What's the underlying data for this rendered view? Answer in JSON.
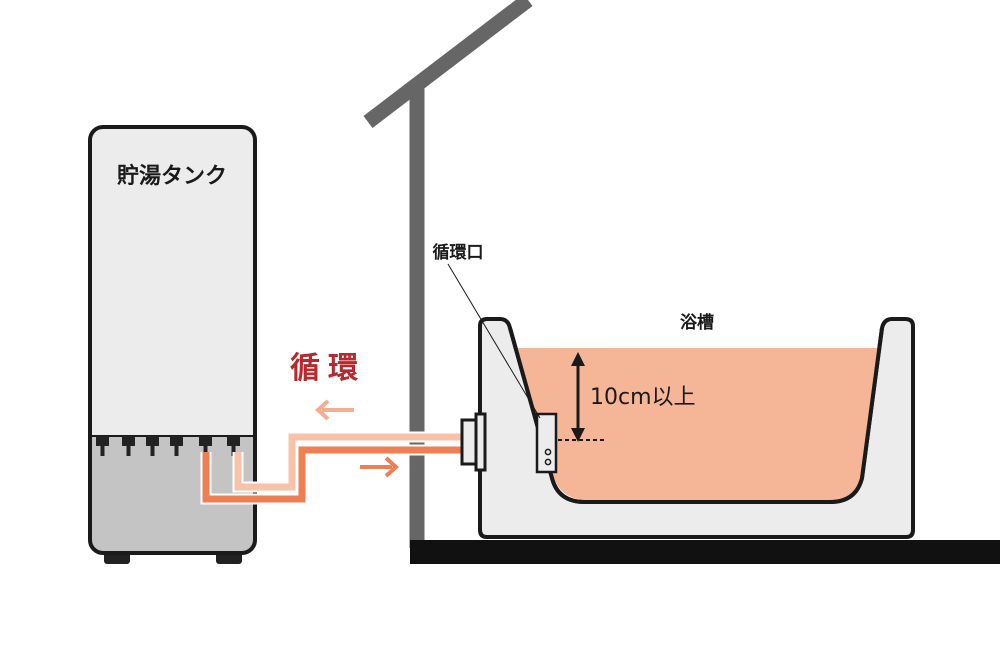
{
  "labels": {
    "tank": "貯湯タンク",
    "circulation": "循環",
    "outlet": "循環口",
    "bathtub": "浴槽",
    "measurement": "10cm以上"
  },
  "colors": {
    "outline": "#1a1a1a",
    "tank_body": "#ececec",
    "tank_base": "#c4c4c4",
    "wall": "#666666",
    "floor": "#111111",
    "tub": "#ececec",
    "water": "#f5b597",
    "pipe_light": "#f7c2a8",
    "pipe_dark": "#ee7f55",
    "pipe_border": "#ffffff",
    "arrow_light": "#f4ad8f",
    "arrow_dark": "#ee7f55",
    "circulation_text": "#b8282c"
  },
  "icons": [
    "left-arrow-icon",
    "right-arrow-icon"
  ]
}
